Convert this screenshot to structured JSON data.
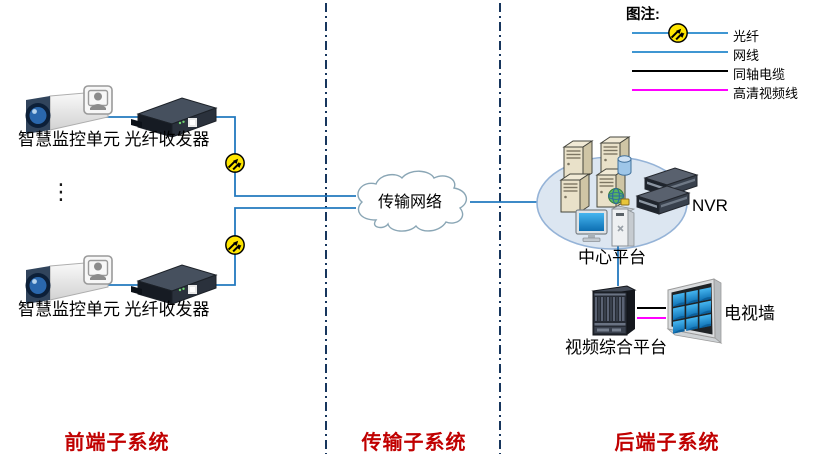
{
  "legend": {
    "title": "图注:",
    "items": [
      {
        "label": "光纤",
        "color": "#3f96d2",
        "icon": "fiber-splice-icon"
      },
      {
        "label": "网线",
        "color": "#3f96d2",
        "icon": null
      },
      {
        "label": "同轴电缆",
        "color": "#000000",
        "icon": null
      },
      {
        "label": "高清视频线",
        "color": "#ff00ff",
        "icon": null
      }
    ]
  },
  "frontend": {
    "top_unit": {
      "camera_label": "智慧监控单元",
      "transceiver_label": "光纤收发器"
    },
    "bottom_unit": {
      "camera_label": "智慧监控单元",
      "transceiver_label": "光纤收发器"
    },
    "ellipsis": "⋮"
  },
  "transmission": {
    "cloud_label": "传输网络"
  },
  "backend": {
    "center_platform_label": "中心平台",
    "nvr_label": "NVR",
    "video_platform_label": "视频综合平台",
    "tv_wall_label": "电视墙"
  },
  "sections": [
    {
      "label": "前端子系统"
    },
    {
      "label": "传输子系统"
    },
    {
      "label": "后端子系统"
    }
  ],
  "colors": {
    "connection_line": "#2379bf",
    "fiber_legend_line": "#3f96d2",
    "coax_line": "#000000",
    "hd_video_line": "#ff00ff",
    "section_divider": "#17365d",
    "section_label": "#c00000",
    "fiber_node_fill": "#ffe600",
    "platform_ellipse_fill": "#dce6f1",
    "platform_ellipse_stroke": "#95b3d7"
  }
}
